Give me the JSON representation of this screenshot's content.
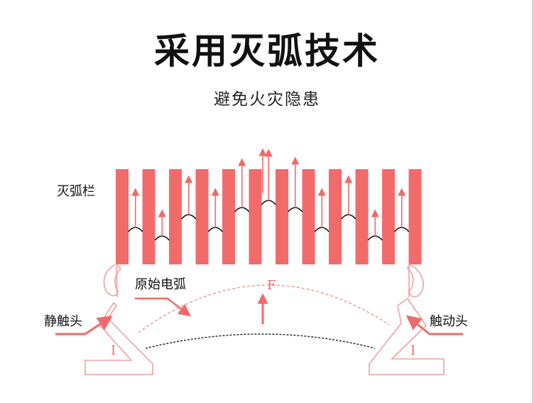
{
  "title": "采用灭弧技术",
  "subtitle": "避免火灾隐患",
  "diagram": {
    "labels": {
      "arc_chute": "灭弧栏",
      "original_arc": "原始电弧",
      "static_contact": "静触头",
      "moving_contact": "触动头",
      "force_symbol": "F",
      "current_left": "I",
      "current_right": "I"
    },
    "plate_count": 12,
    "colors": {
      "plate": "#f26b6b",
      "arrow": "#f06a6a",
      "contact_outline": "#f0a0a0",
      "arc_curve": "#111111",
      "arc_dashed": "#f08a8a",
      "title": "#111111"
    }
  }
}
